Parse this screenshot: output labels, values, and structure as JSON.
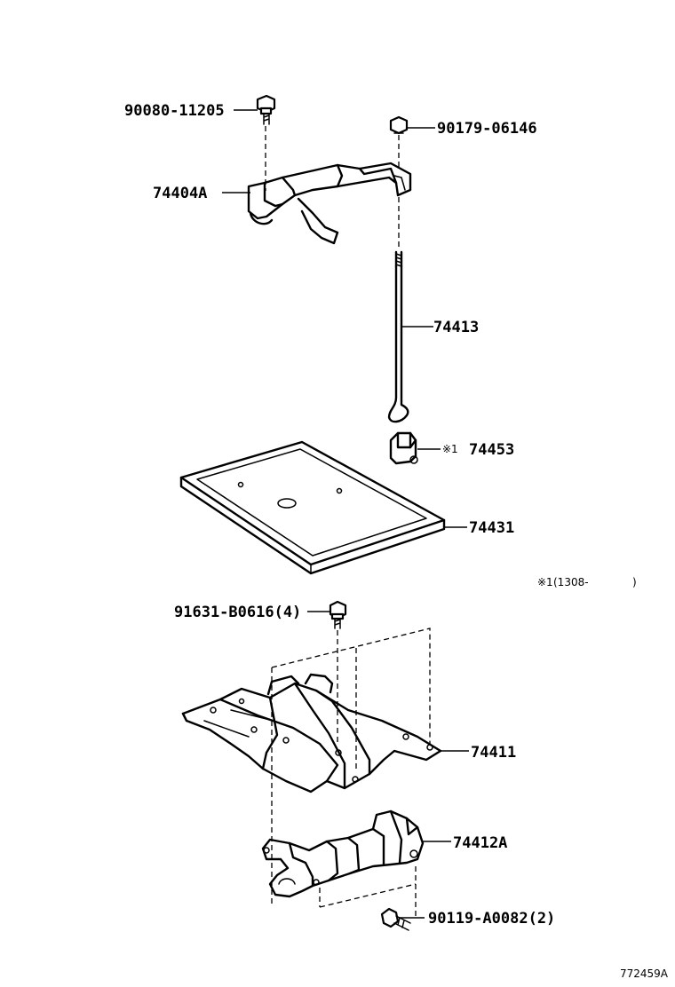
{
  "parts": {
    "bolt_top": "90080-11205",
    "nut_top": "90179-06146",
    "clamp": "74404A",
    "rod": "74413",
    "mark_74453": "※1",
    "block": "74453",
    "tray": "74431",
    "bolt_mid": "91631-B0616(4)",
    "carrier": "74411",
    "bracket": "74412A",
    "bolt_bottom": "90119-A0082(2)"
  },
  "note": {
    "mark": "※1",
    "range": "(1308-",
    "close": ")"
  },
  "diagram_id": "772459A"
}
